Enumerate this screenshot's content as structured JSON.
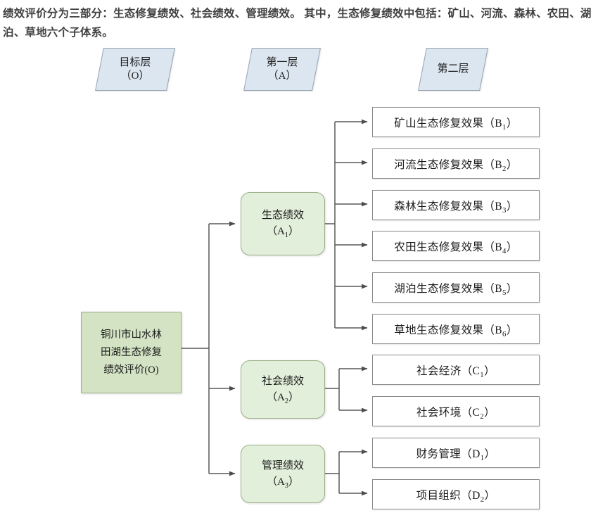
{
  "intro": {
    "text": "绩效评价分为三部分：生态修复绩效、社会绩效、管理绩效。 其中，生态修复绩效中包括：矿山、河流、森林、农田、湖泊、草地六个子体系。"
  },
  "colors": {
    "layer_header_fill": "#dce6f1",
    "layer_header_border": "#95a5b5",
    "root_fill": "#d3e3c3",
    "branch_fill": "#e2efda",
    "branch_border": "#9bb089",
    "leaf_fill": "#ffffff",
    "leaf_border": "#8a8a8a",
    "connector": "#595959",
    "intro_text": "#404040"
  },
  "layer_headers": [
    {
      "title": "目标层",
      "code": "（O）"
    },
    {
      "title": "第一层",
      "code": "（A）"
    },
    {
      "title": "第二层",
      "code": ""
    }
  ],
  "root": {
    "line1": "铜川市山水林",
    "line2": "田湖生态修复",
    "line3": "绩效评价(O)"
  },
  "branches": [
    {
      "title": "生态绩效",
      "code_base": "（A",
      "code_sub": "1",
      "code_tail": "）",
      "children": [
        {
          "label": "矿山生态修复效果（B",
          "sub": "1",
          "tail": "）"
        },
        {
          "label": "河流生态修复效果（B",
          "sub": "2",
          "tail": "）"
        },
        {
          "label": "森林生态修复效果（B",
          "sub": "3",
          "tail": "）"
        },
        {
          "label": "农田生态修复效果（B",
          "sub": "4",
          "tail": "）"
        },
        {
          "label": "湖泊生态修复效果（B",
          "sub": "5",
          "tail": "）"
        },
        {
          "label": "草地生态修复效果（B",
          "sub": "6",
          "tail": "）"
        }
      ]
    },
    {
      "title": "社会绩效",
      "code_base": "（A",
      "code_sub": "2",
      "code_tail": "）",
      "children": [
        {
          "label": "社会经济（C",
          "sub": "1",
          "tail": "）"
        },
        {
          "label": "社会环境（C",
          "sub": "2",
          "tail": "）"
        }
      ]
    },
    {
      "title": "管理绩效",
      "code_base": "（A",
      "code_sub": "3",
      "code_tail": "）",
      "children": [
        {
          "label": "财务管理（D",
          "sub": "1",
          "tail": "）"
        },
        {
          "label": "项目组织（D",
          "sub": "2",
          "tail": "）"
        }
      ]
    }
  ]
}
